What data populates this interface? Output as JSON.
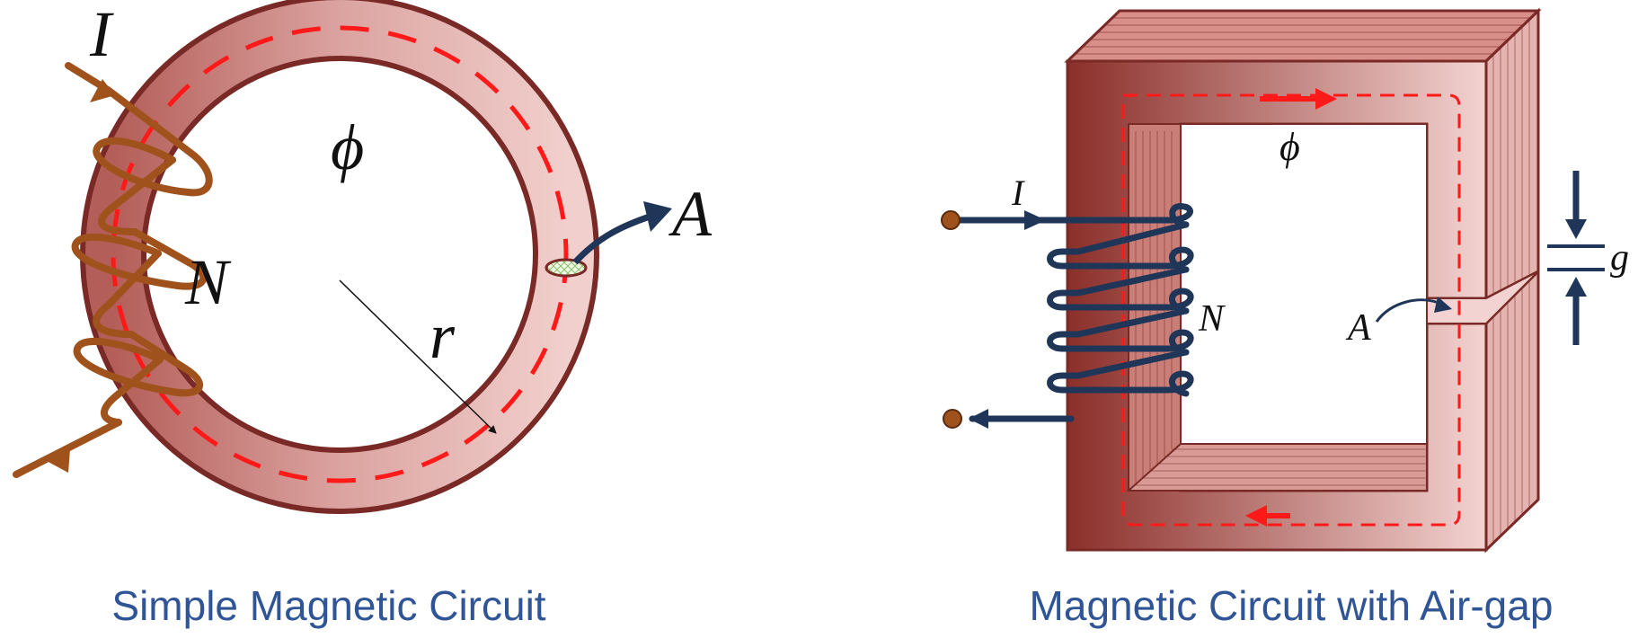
{
  "left_figure": {
    "caption": "Simple Magnetic Circuit",
    "labels": {
      "current": "I",
      "flux": "ϕ",
      "turns": "N",
      "area": "A",
      "radius": "r"
    }
  },
  "right_figure": {
    "caption": "Magnetic Circuit with Air-gap",
    "labels": {
      "current": "I",
      "flux": "ϕ",
      "turns": "N",
      "area": "A",
      "gap": "g"
    }
  },
  "colors": {
    "core_dark": "#8b2f2a",
    "core_light": "#f3d3d1",
    "core_outline": "#7a2a26",
    "flux_path": "#ff1a1a",
    "coil_left": "#a0521c",
    "coil_right": "#1f3658",
    "caption": "#2f5597",
    "terminal": "#a0521c"
  }
}
